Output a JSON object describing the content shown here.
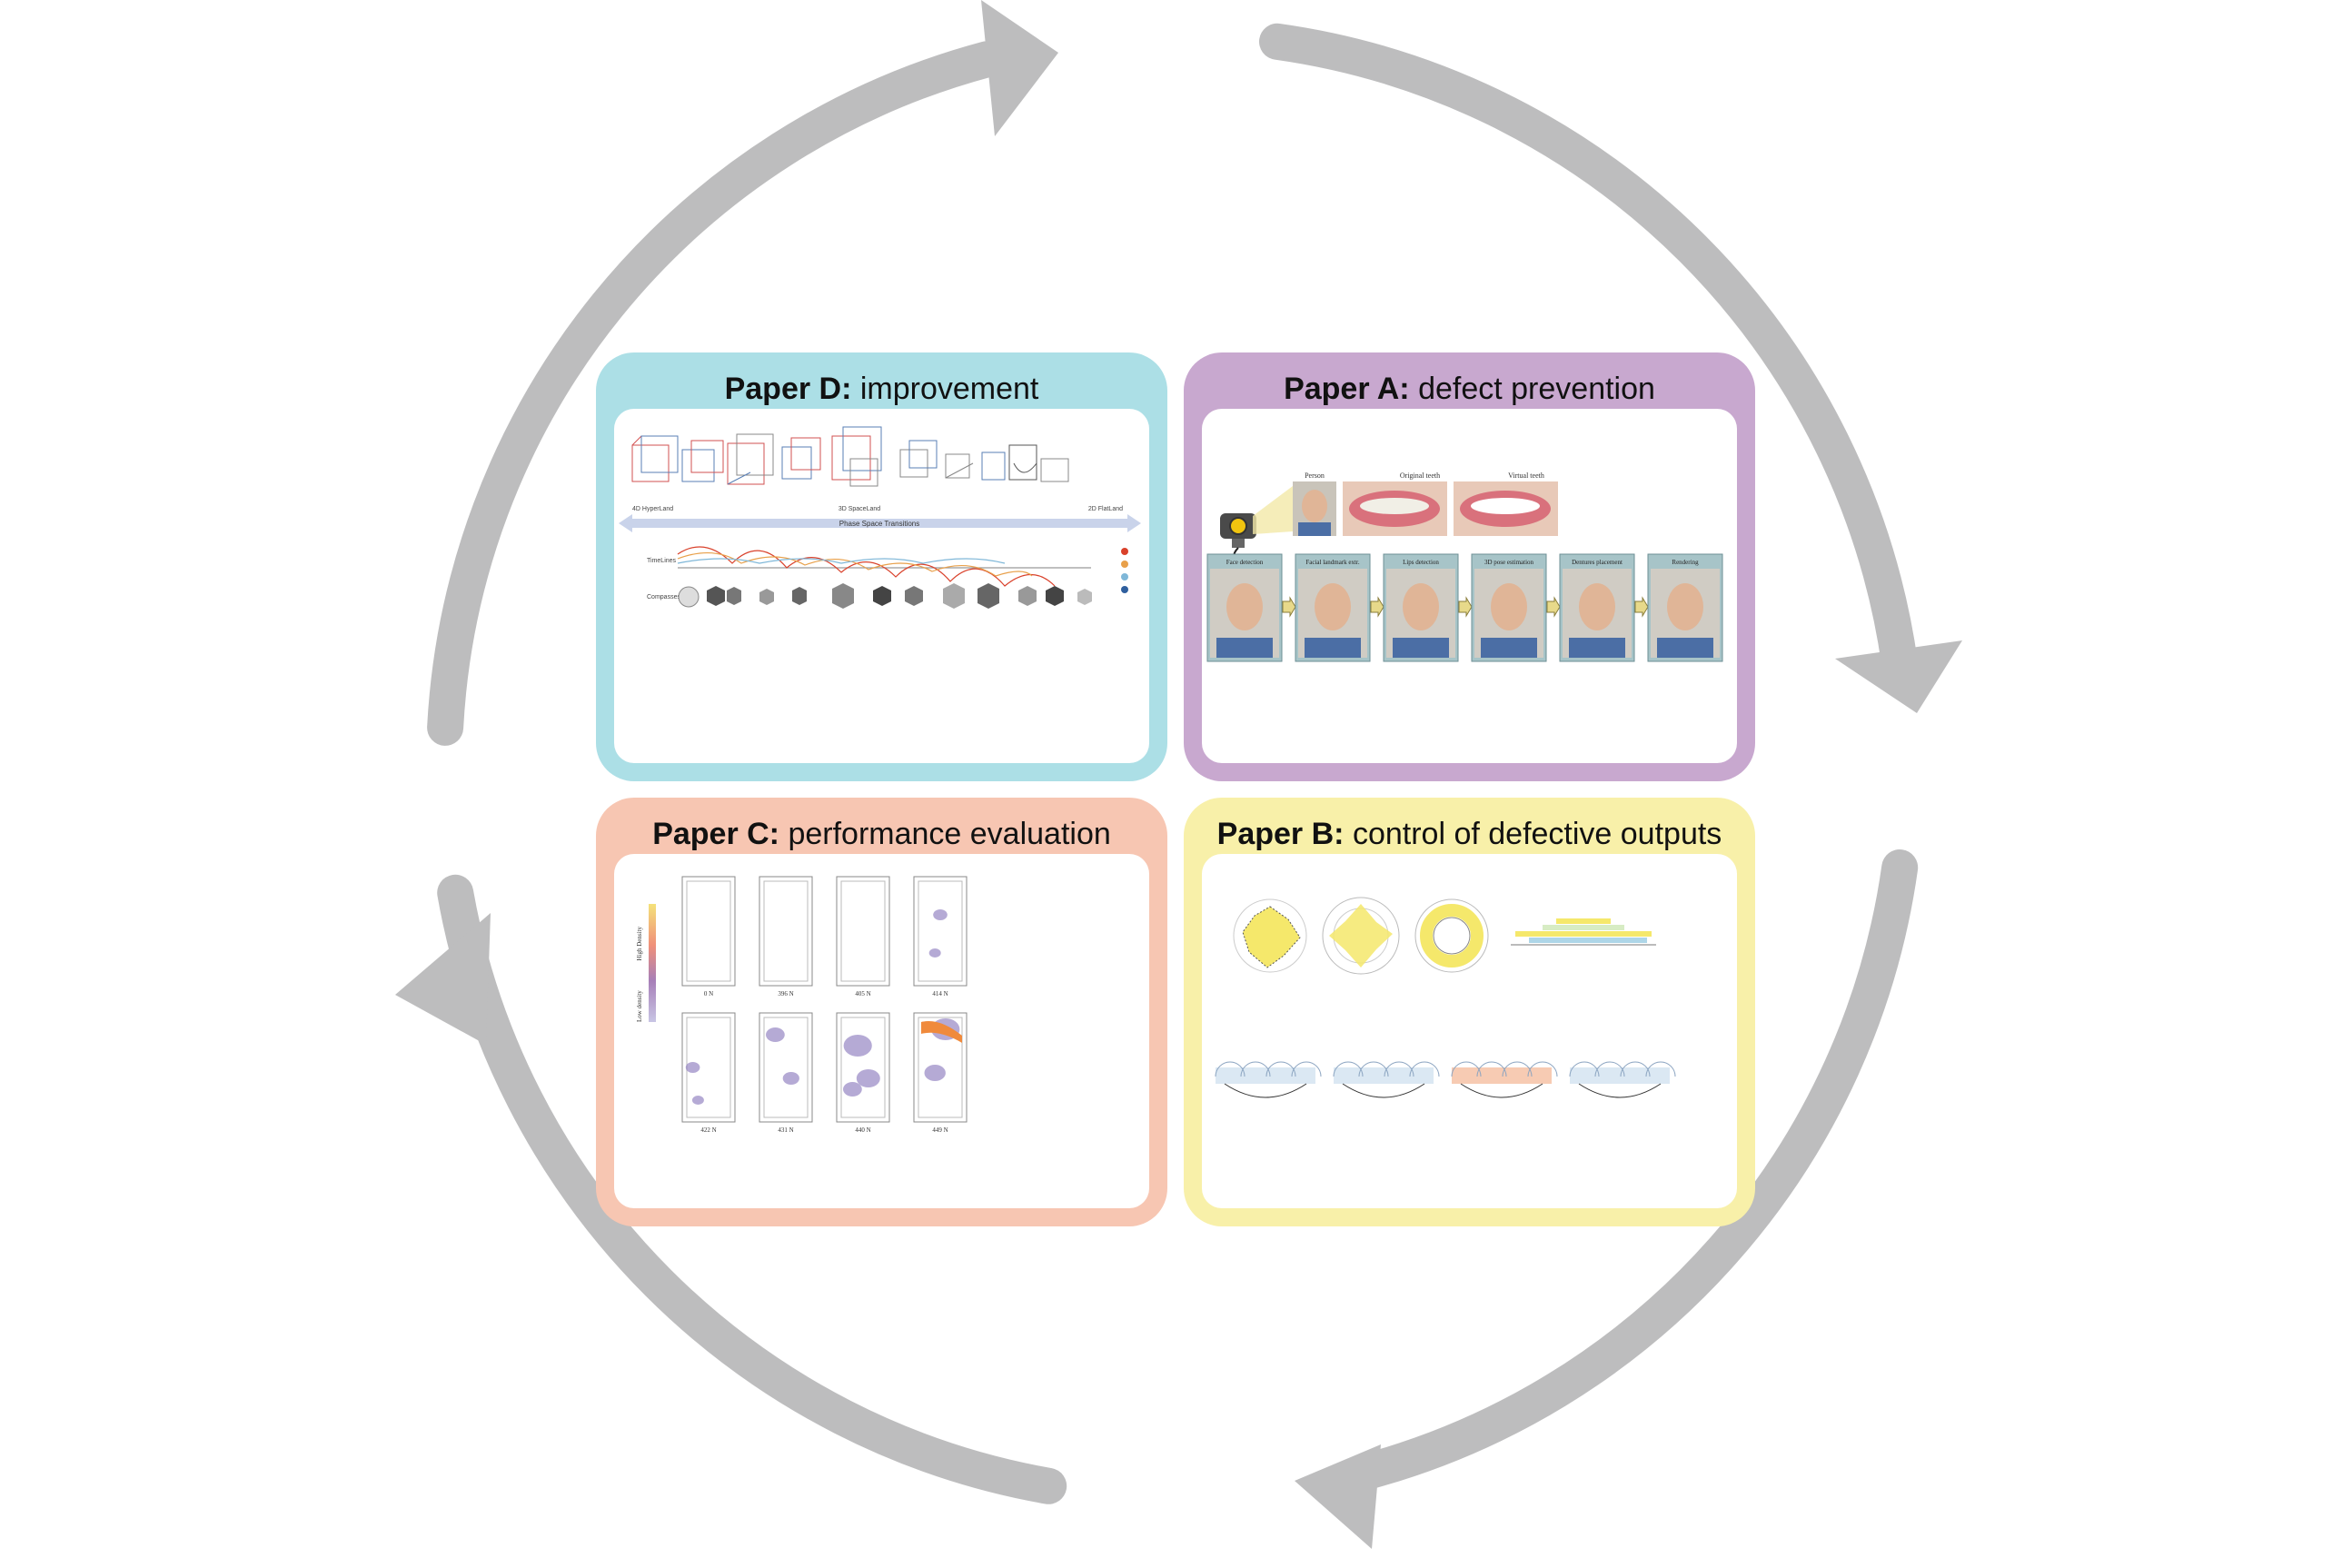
{
  "colors": {
    "arrow": "#bdbdbe",
    "paper_d": "#acdfe6",
    "paper_a": "#c8a8cf",
    "paper_c": "#f7c6b2",
    "paper_b": "#f8f0a9"
  },
  "panels": {
    "d": {
      "title_bold": "Paper D:",
      "title_rest": " improvement",
      "fig": {
        "label_left": "4D HyperLand",
        "label_mid": "3D SpaceLand",
        "label_right": "2D FlatLand",
        "arrow_label": "Phase Space Transitions",
        "row1": "TimeLines",
        "row2": "Compasses"
      }
    },
    "a": {
      "title_bold": "Paper A:",
      "title_rest": " defect prevention",
      "fig": {
        "person": "Person",
        "original": "Original teeth",
        "virtual": "Virtual teeth",
        "steps": [
          "Face detection",
          "Facial landmark extr.",
          "Lips detection",
          "3D pose estimation",
          "Dentures placement",
          "Rendering"
        ]
      }
    },
    "c": {
      "title_bold": "Paper C:",
      "title_rest": " performance evaluation",
      "fig": {
        "legend_high": "High Density",
        "legend_low": "Low density",
        "top_labels": [
          "0 N",
          "396 N",
          "405 N",
          "414 N"
        ],
        "bottom_labels": [
          "422 N",
          "431 N",
          "440 N",
          "449 N"
        ]
      }
    },
    "b": {
      "title_bold": "Paper B:",
      "title_rest": " control of defective outputs"
    }
  }
}
